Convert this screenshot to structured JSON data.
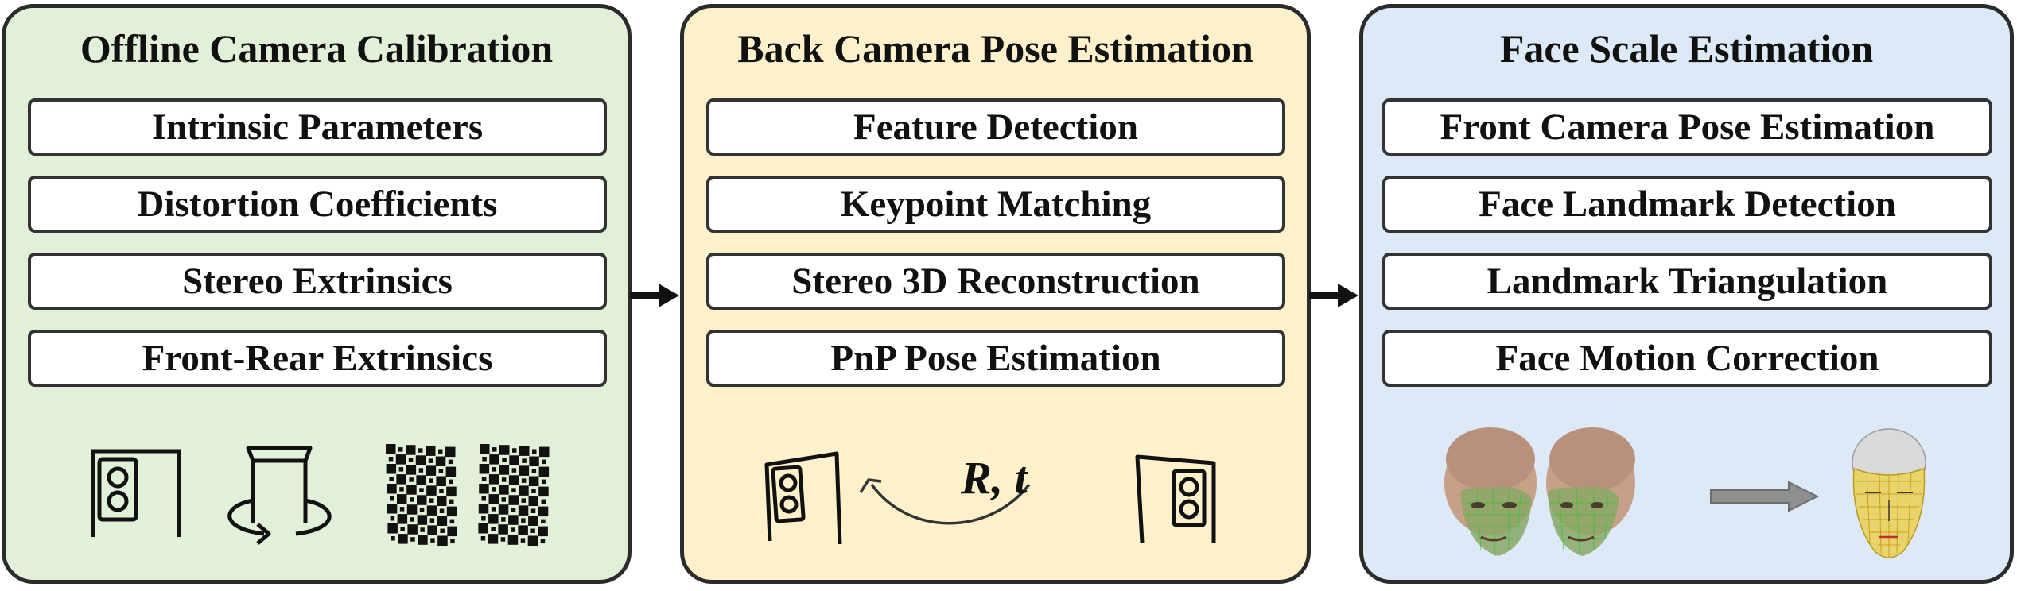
{
  "panels": {
    "calibration": {
      "title": "Offline Camera Calibration",
      "steps": [
        "Intrinsic Parameters",
        "Distortion Coefficients",
        "Stereo Extrinsics",
        "Front-Rear Extrinsics"
      ]
    },
    "pose": {
      "title": "Back Camera Pose Estimation",
      "steps": [
        "Feature Detection",
        "Keypoint Matching",
        "Stereo 3D Reconstruction",
        "PnP Pose Estimation"
      ],
      "transform_label": "R, t"
    },
    "face": {
      "title": "Face Scale Estimation",
      "steps": [
        "Front Camera Pose Estimation",
        "Face Landmark Detection",
        "Landmark Triangulation",
        "Face Motion Correction"
      ]
    }
  },
  "colors": {
    "calibration_bg": "#e2efd9",
    "pose_bg": "#fdf1cc",
    "face_bg": "#dde9f6",
    "border": "#2b2b2b"
  },
  "icons": [
    "phone-back-camera-icon",
    "rotate-phone-icon",
    "checkerboard-icon",
    "face-mesh-icon",
    "gray-arrow-icon"
  ]
}
